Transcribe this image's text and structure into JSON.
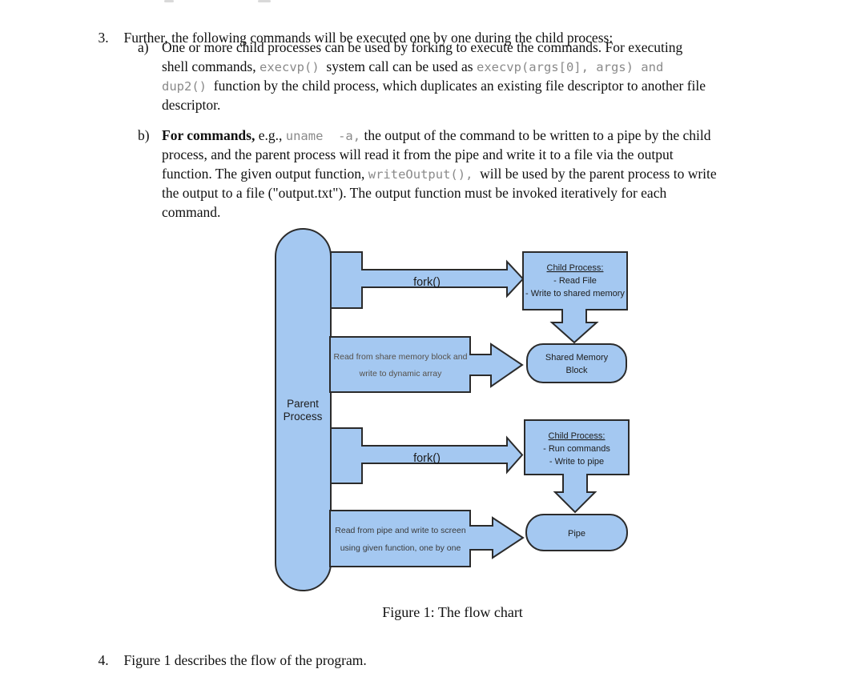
{
  "item3": {
    "number": "3.",
    "text": "Further, the following commands will be executed one by one during the child process:"
  },
  "item_a": {
    "label": "a)",
    "line1": "One or more child processes can be used by forking to execute the commands. For executing",
    "line2_pre": "shell commands, ",
    "line2_code1": "execvp()",
    "line2_mid": "  system call can be used as ",
    "line2_code2": "execvp(args[0], args) and",
    "line3_code": "dup2()",
    "line3_post": "  function by the child process, which duplicates an existing file descriptor to another file",
    "line4": "descriptor."
  },
  "item_b": {
    "label": "b)",
    "line1_bold": "For commands,",
    "line1_mid": " e.g., ",
    "line1_code": "uname  -a,",
    "line1_post": " the output of the command to be written to a pipe by the child",
    "line2": "process, and the parent process will read it from the pipe and write it to a file via the output",
    "line3_pre": "function. The given output function, ",
    "line3_code": "writeOutput(),",
    "line3_post": "  will be used by the parent process to write",
    "line4": "the output to a file (\"output.txt\"). The output function must be invoked iteratively for each",
    "line5": "command."
  },
  "figure": {
    "caption": "Figure 1: The flow chart",
    "colors": {
      "shape_fill": "#a4c8f1",
      "shape_stroke": "#2b2b2b"
    },
    "parent": {
      "line1": "Parent",
      "line2": "Process"
    },
    "fork1_label": "fork()",
    "fork2_label": "fork()",
    "child1": {
      "title": "Child Process:",
      "item1": "- Read File",
      "item2": "- Write to shared memory"
    },
    "child2": {
      "title": "Child Process:",
      "item1": "- Run commands",
      "item2": "- Write to pipe"
    },
    "shared": {
      "line1": "Shared Memory",
      "line2": "Block"
    },
    "pipe_label": "Pipe",
    "msg1": {
      "line1": "Read from share memory block and",
      "line2": "write to dynamic array"
    },
    "msg2": {
      "line1": "Read from pipe and write to screen",
      "line2": "using  given function, one by one"
    }
  },
  "item4": {
    "number": "4.",
    "text": "Figure 1 describes the flow of the program."
  }
}
